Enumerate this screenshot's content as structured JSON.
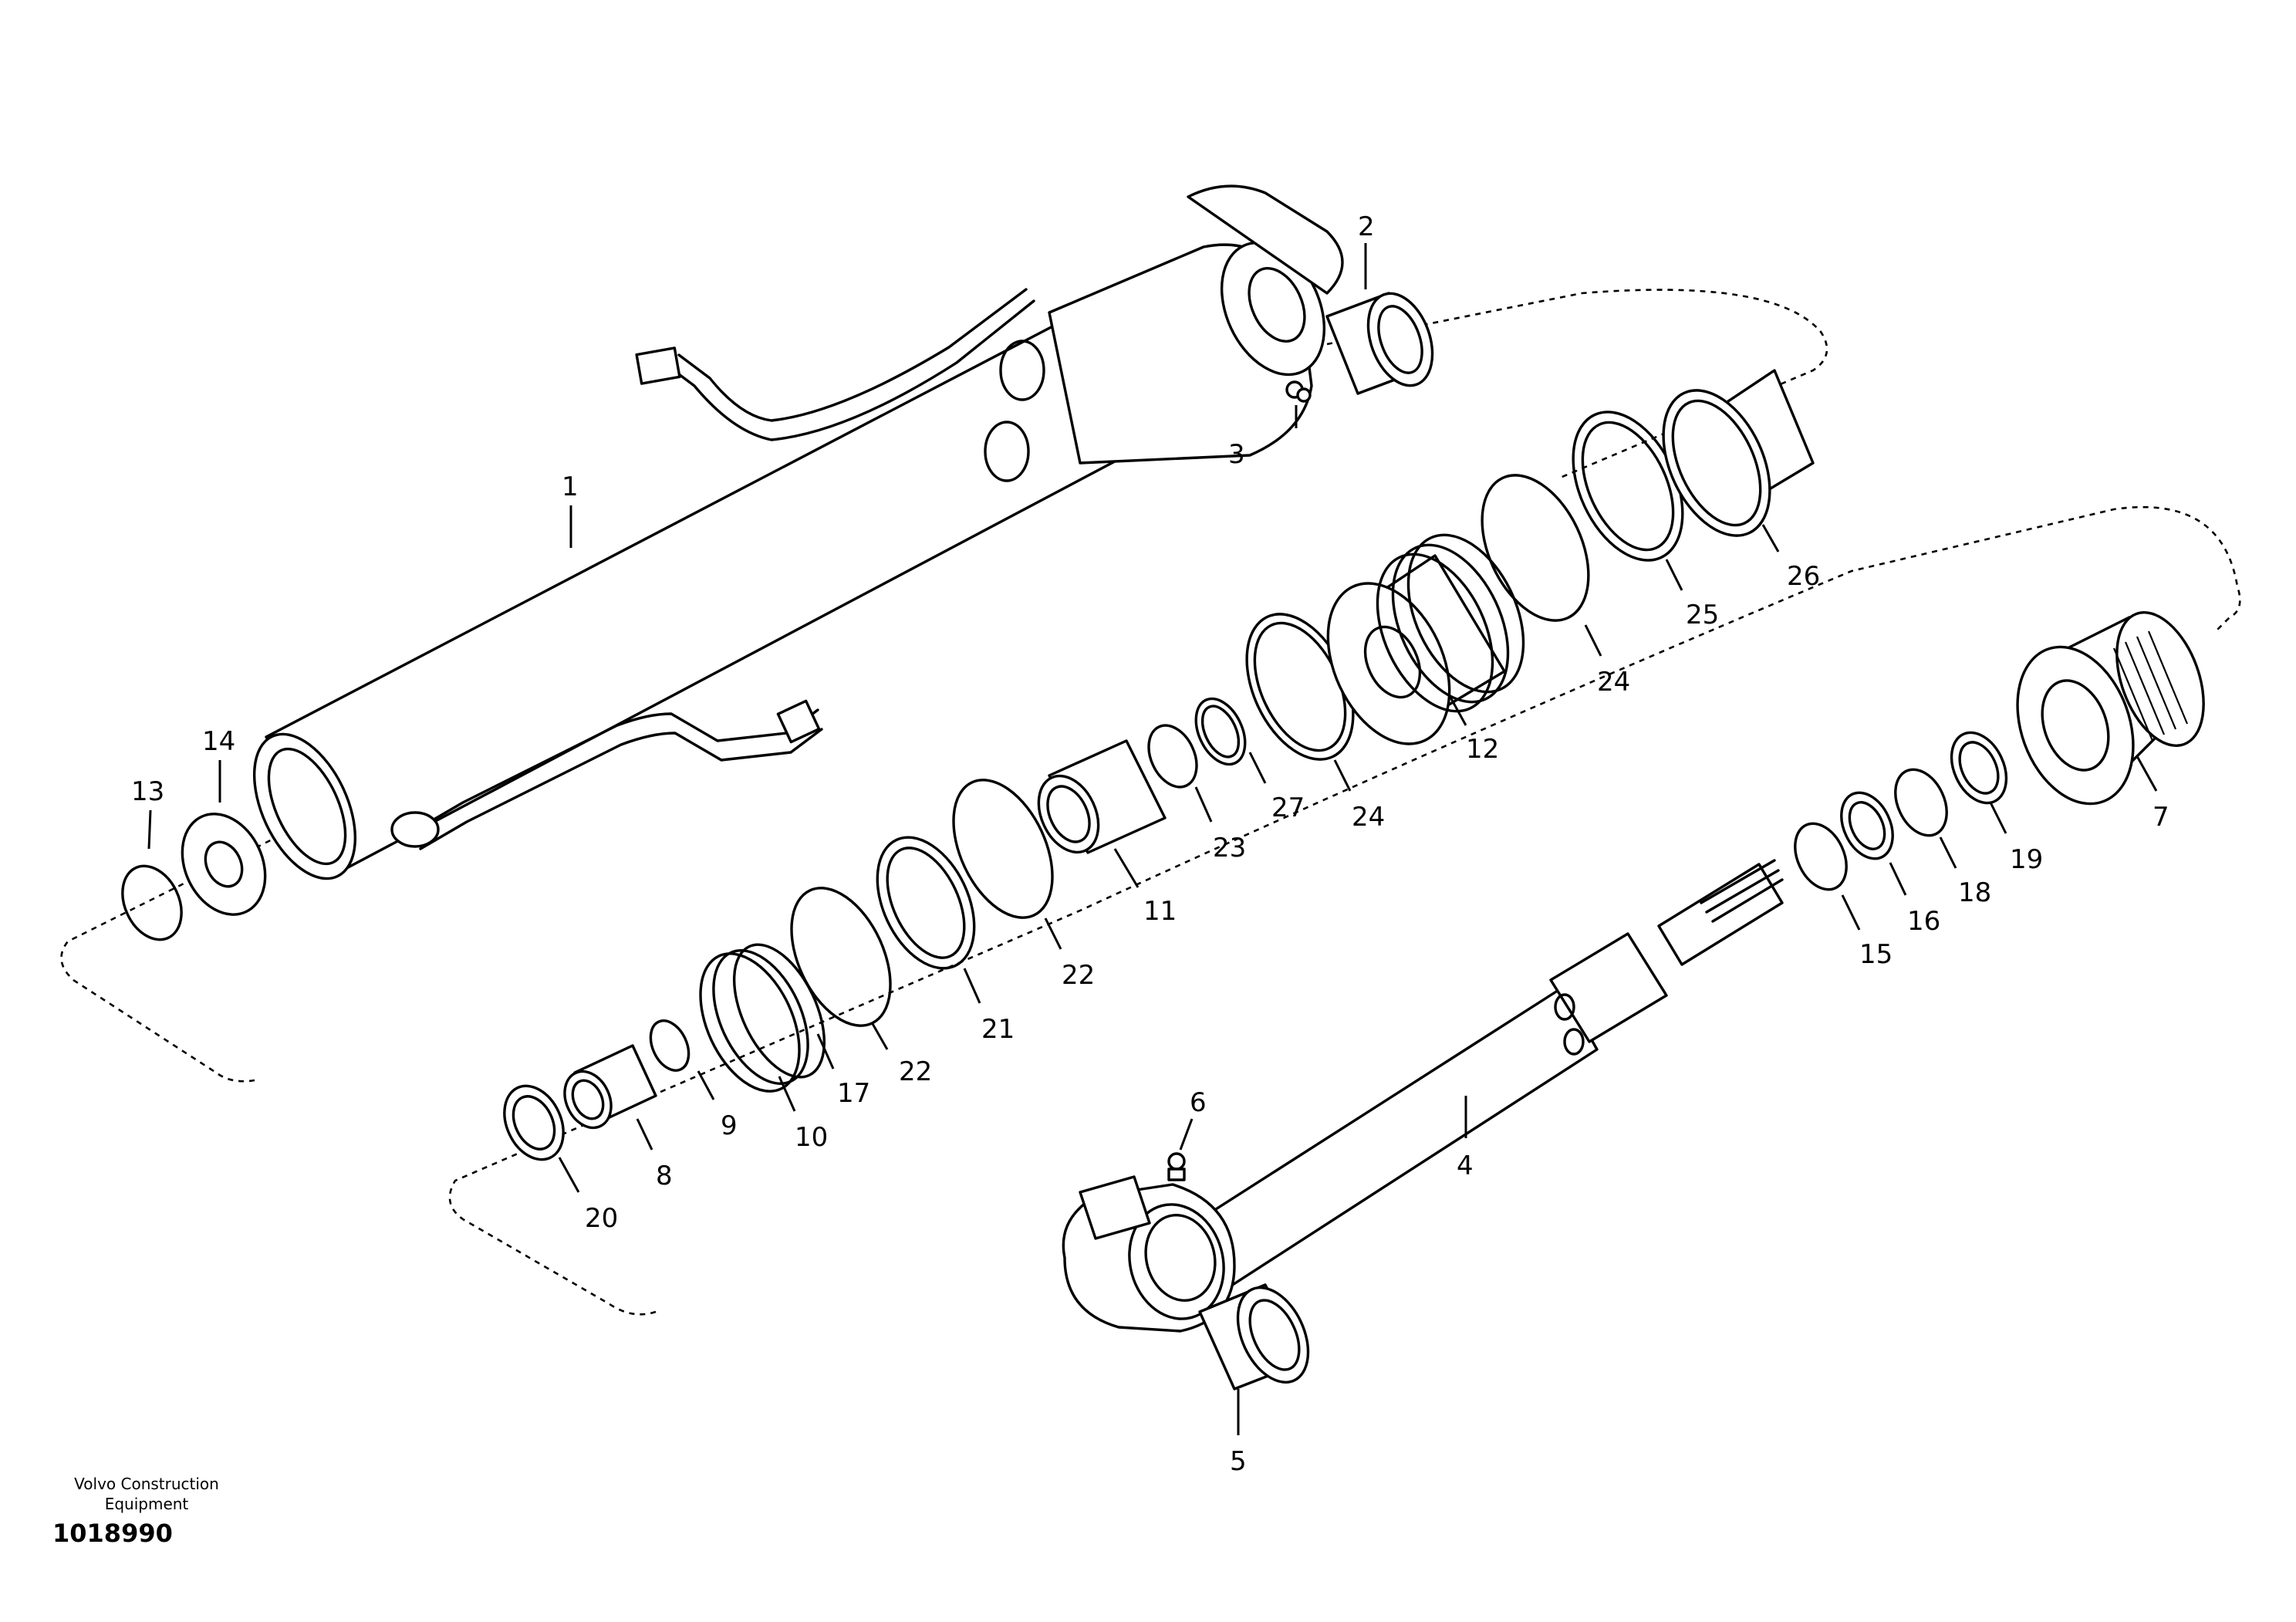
{
  "diagram": {
    "callouts": [
      "1",
      "2",
      "3",
      "4",
      "5",
      "6",
      "7",
      "8",
      "9",
      "10",
      "11",
      "12",
      "13",
      "14",
      "15",
      "16",
      "17",
      "18",
      "19",
      "20",
      "21",
      "22",
      "22",
      "23",
      "24",
      "24",
      "25",
      "26",
      "27"
    ]
  },
  "footer": {
    "org_line1": "Volvo Construction",
    "org_line2": "Equipment",
    "drawing_number": "1018990"
  }
}
